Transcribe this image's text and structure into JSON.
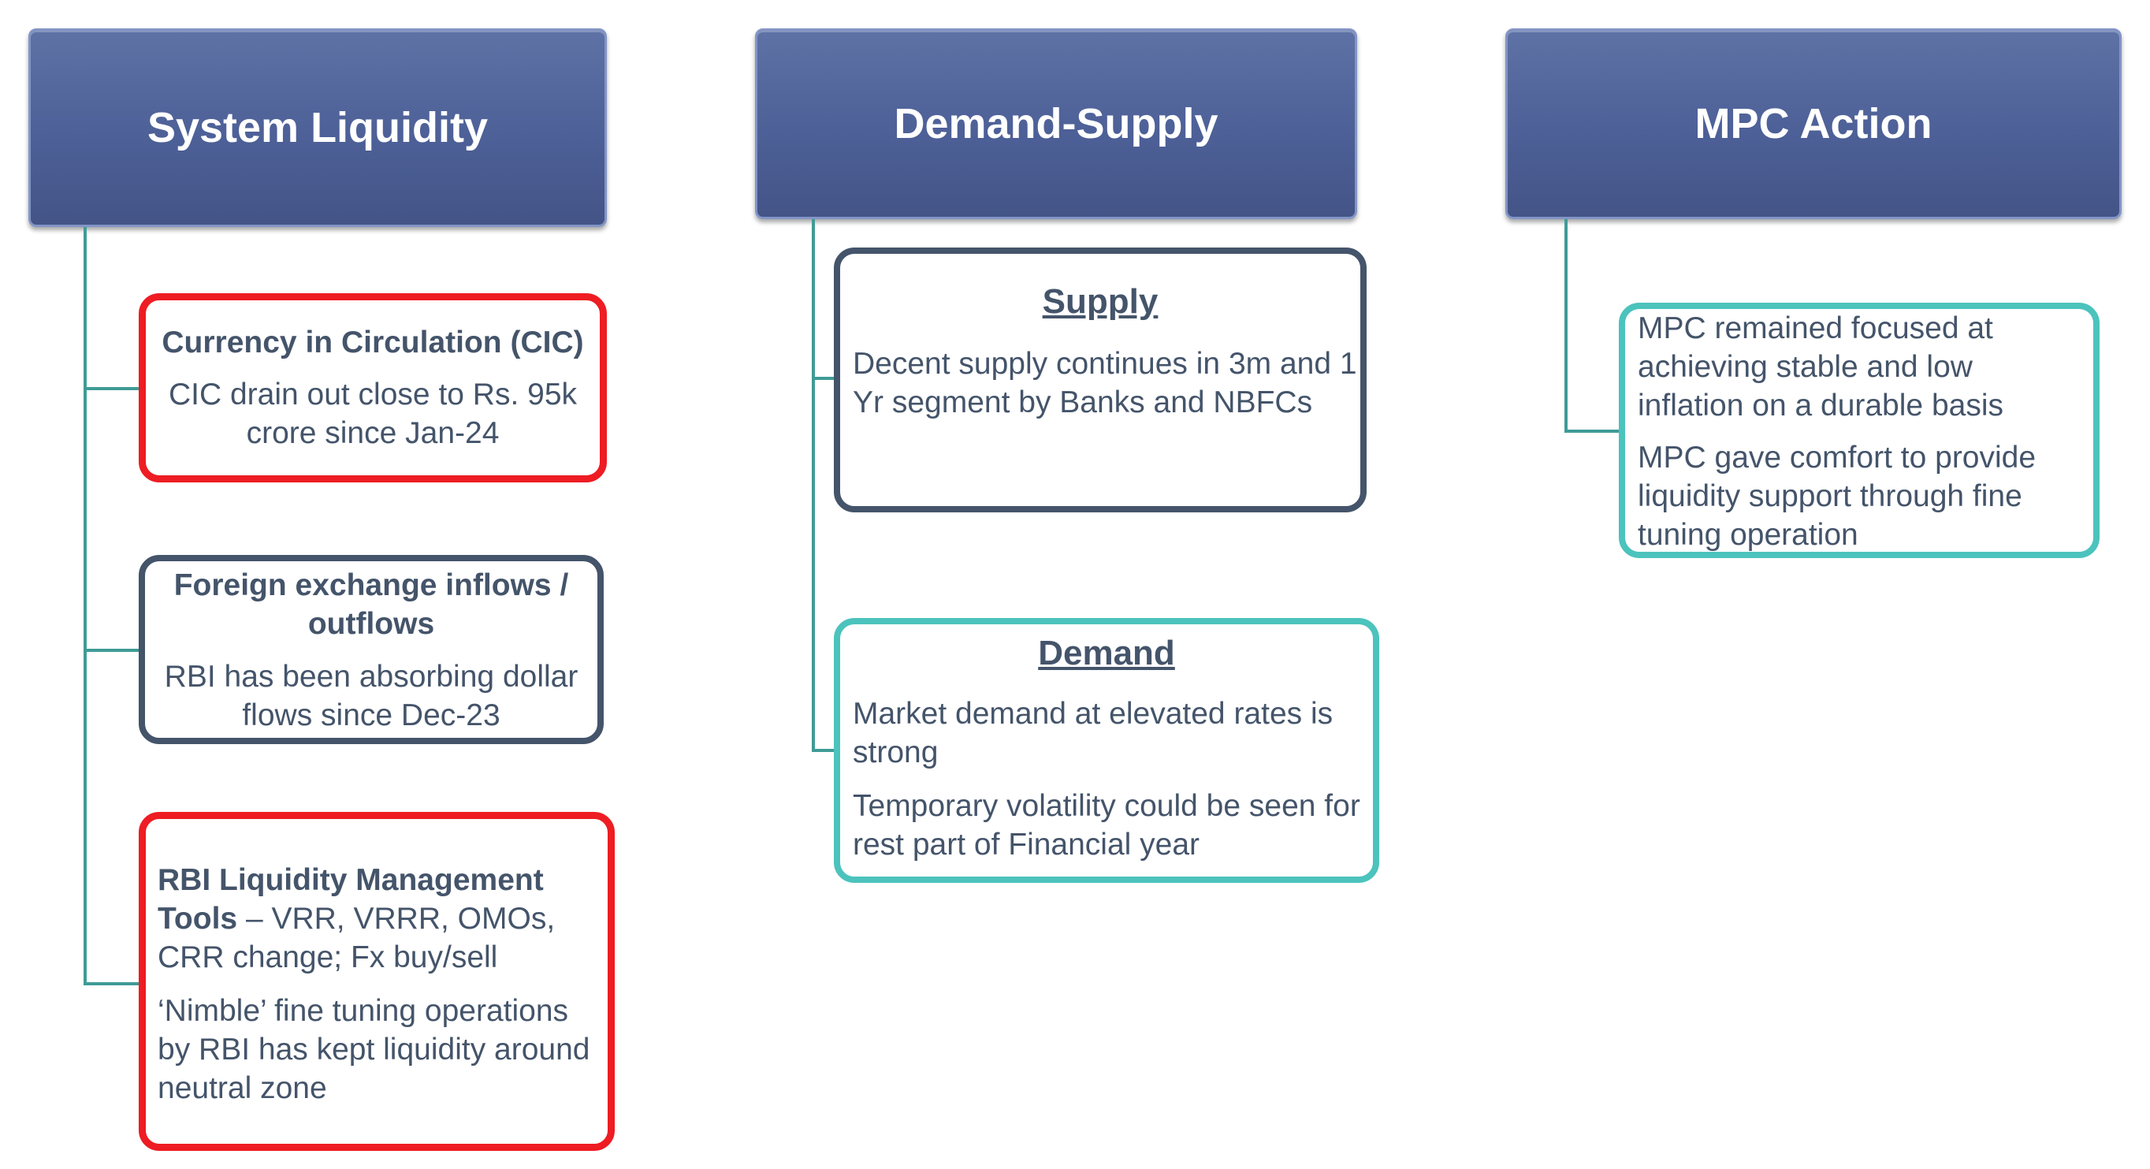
{
  "columns": {
    "system_liquidity": {
      "title": "System Liquidity",
      "boxes": {
        "cic": {
          "heading": "Currency in Circulation (CIC)",
          "body": "CIC drain out close to Rs. 95k crore since Jan-24"
        },
        "fx": {
          "heading": "Foreign exchange inflows / outflows",
          "body": "RBI has been absorbing dollar flows since Dec-23"
        },
        "tools": {
          "heading": "RBI Liquidity Management Tools",
          "heading_rest": " – VRR, VRRR, OMOs, CRR change; Fx buy/sell",
          "body": "‘Nimble’ fine tuning operations by RBI has kept liquidity around neutral zone"
        }
      }
    },
    "demand_supply": {
      "title": "Demand-Supply",
      "boxes": {
        "supply": {
          "heading": "Supply",
          "body": "Decent supply continues in 3m and 1 Yr segment by Banks and NBFCs"
        },
        "demand": {
          "heading": "Demand",
          "body1": "Market demand at elevated rates is strong",
          "body2": "Temporary volatility could be seen for rest part of Financial year"
        }
      }
    },
    "mpc_action": {
      "title": "MPC Action",
      "boxes": {
        "mpc": {
          "body1": "MPC remained focused at achieving stable and low inflation on a durable basis",
          "body2": "MPC gave comfort to provide liquidity support through fine tuning operation"
        }
      }
    }
  },
  "colors": {
    "header_fill": "#4d6097",
    "connector": "#3f9b96",
    "red_border": "#ee1c23",
    "navy_border": "#44546a",
    "teal_border": "#4cc3bd",
    "text": "#44546a"
  }
}
